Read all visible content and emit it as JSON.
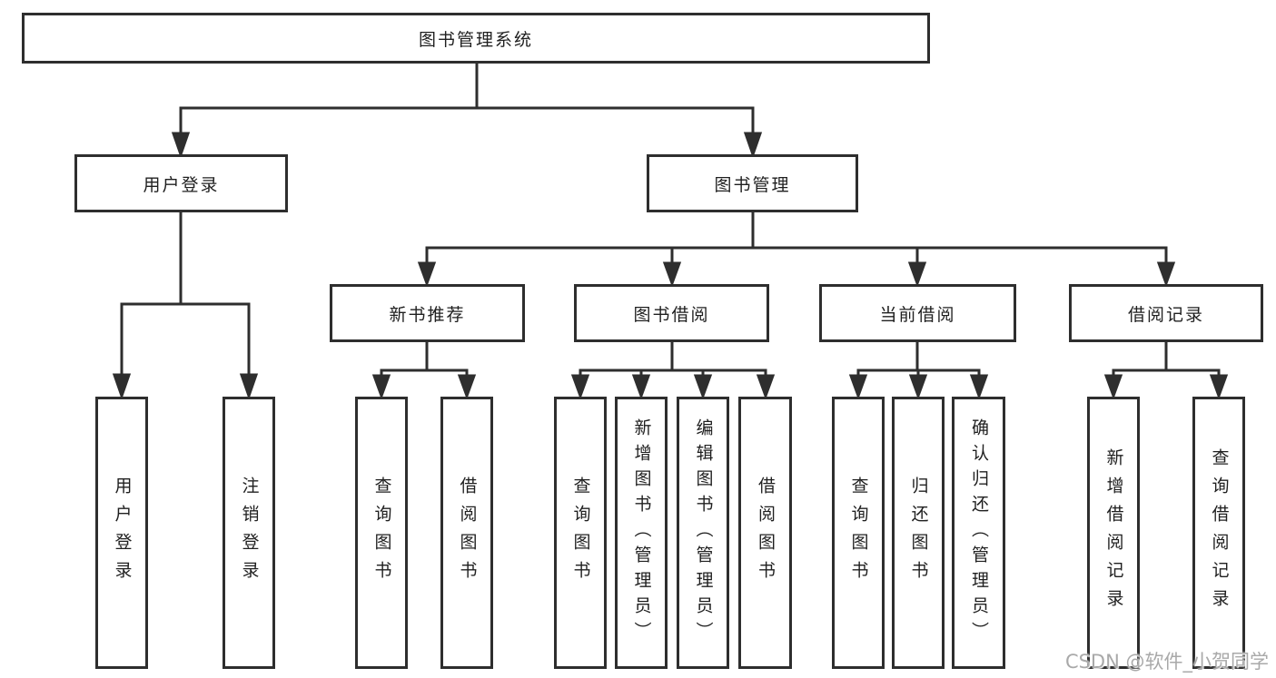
{
  "nodes": {
    "root": "图书管理系统",
    "level2": [
      "用户登录",
      "图书管理"
    ],
    "level3": [
      "新书推荐",
      "图书借阅",
      "当前借阅",
      "借阅记录"
    ],
    "leaves_user": [
      "用户登录",
      "注销登录"
    ],
    "leaves_newbook": [
      "查询图书",
      "借阅图书"
    ],
    "leaves_borrow": [
      "查询图书",
      "新增图书（管理员）",
      "编辑图书（管理员）",
      "借阅图书"
    ],
    "leaves_current": [
      "查询图书",
      "归还图书",
      "确认归还（管理员）"
    ],
    "leaves_record": [
      "新增借阅记录",
      "查询借阅记录"
    ]
  },
  "watermark": "CSDN @软件_小贺同学",
  "colors": {
    "line": "#2e2e2e",
    "box_border": "#2e2e2e",
    "text": "#1f1f1f",
    "watermark": "#a9a9a9",
    "background": "#ffffff"
  }
}
